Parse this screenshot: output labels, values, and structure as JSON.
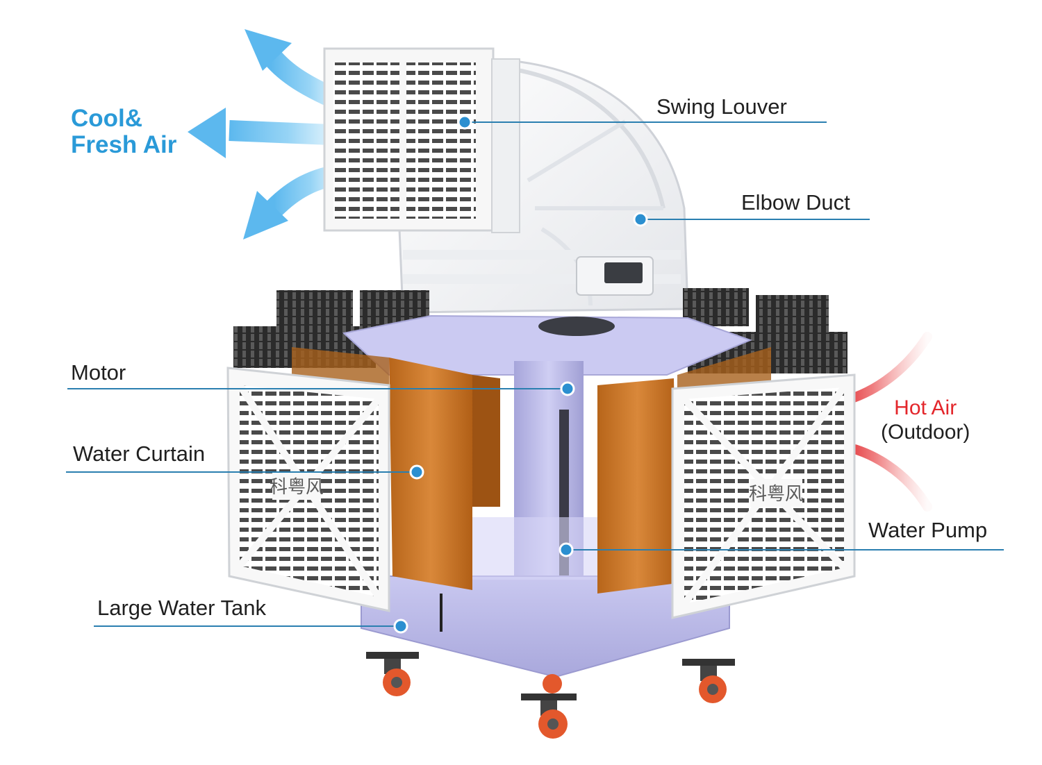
{
  "diagram": {
    "callouts": {
      "swing_louver": "Swing Louver",
      "elbow_duct": "Elbow Duct",
      "motor": "Motor",
      "water_curtain": "Water Curtain",
      "water_pump": "Water Pump",
      "large_water_tank": "Large Water Tank"
    },
    "airflow": {
      "cool_line1": "Cool&",
      "cool_line2": "Fresh Air",
      "hot_line1": "Hot Air",
      "hot_line2": "(Outdoor)"
    },
    "brand_mark": "科粤风",
    "colors": {
      "cool_air": "#2a9ad8",
      "hot_air": "#e3262b",
      "leader_line": "#2a7fb0",
      "water_curtain": "#c8731f",
      "tank": "#b9b8e6"
    },
    "icons": [
      "cool-air-arrow-icon",
      "hot-air-arrow-icon",
      "callout-dot-icon",
      "caster-wheel-icon"
    ]
  }
}
